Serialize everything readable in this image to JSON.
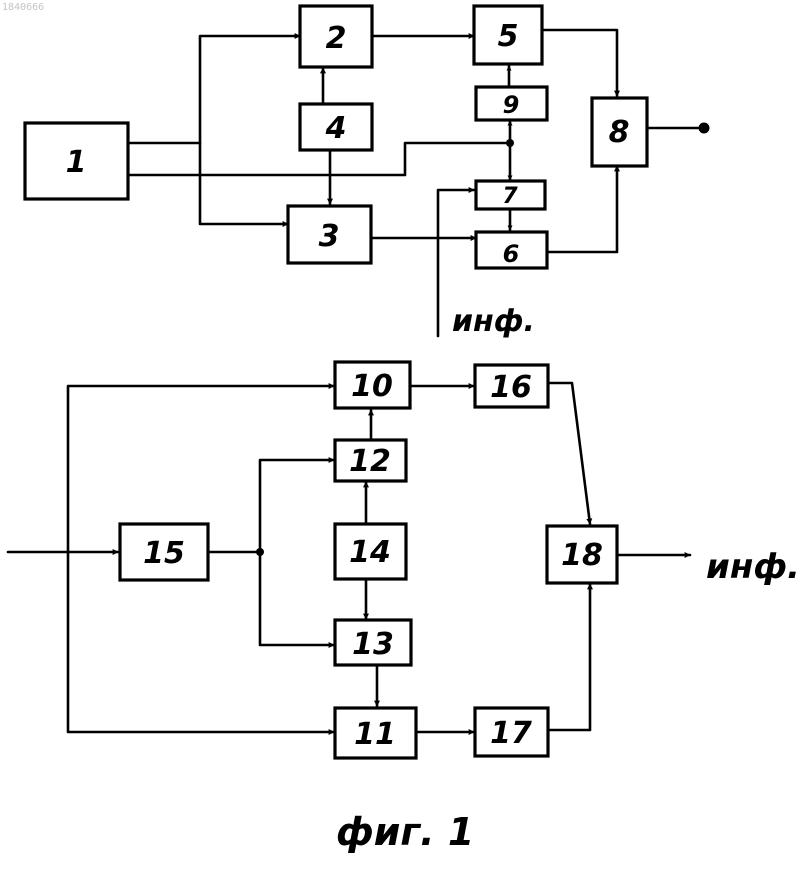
{
  "corner_stamp": "1840666",
  "caption": "фиг. 1",
  "info_labels": {
    "upper": "инф.",
    "lower": "инф."
  },
  "upper_blocks": [
    "1",
    "2",
    "3",
    "4",
    "5",
    "6",
    "7",
    "8",
    "9"
  ],
  "lower_blocks": [
    "10",
    "11",
    "12",
    "13",
    "14",
    "15",
    "16",
    "17",
    "18"
  ],
  "upper_connections": [
    [
      "1",
      "2"
    ],
    [
      "1",
      "3"
    ],
    [
      "4",
      "2"
    ],
    [
      "4",
      "3"
    ],
    [
      "2",
      "5"
    ],
    [
      "3",
      "6"
    ],
    [
      "9",
      "5"
    ],
    [
      "1",
      "9"
    ],
    [
      "1",
      "7"
    ],
    [
      "7",
      "6"
    ],
    [
      "5",
      "8"
    ],
    [
      "6",
      "8"
    ],
    [
      "инф.",
      "7"
    ],
    [
      "8",
      "output"
    ]
  ],
  "lower_connections": [
    [
      "input",
      "15"
    ],
    [
      "input",
      "10"
    ],
    [
      "input",
      "11"
    ],
    [
      "15",
      "12"
    ],
    [
      "15",
      "13"
    ],
    [
      "14",
      "12"
    ],
    [
      "14",
      "13"
    ],
    [
      "12",
      "10"
    ],
    [
      "13",
      "11"
    ],
    [
      "10",
      "16"
    ],
    [
      "11",
      "17"
    ],
    [
      "16",
      "18"
    ],
    [
      "17",
      "18"
    ],
    [
      "18",
      "инф."
    ]
  ]
}
